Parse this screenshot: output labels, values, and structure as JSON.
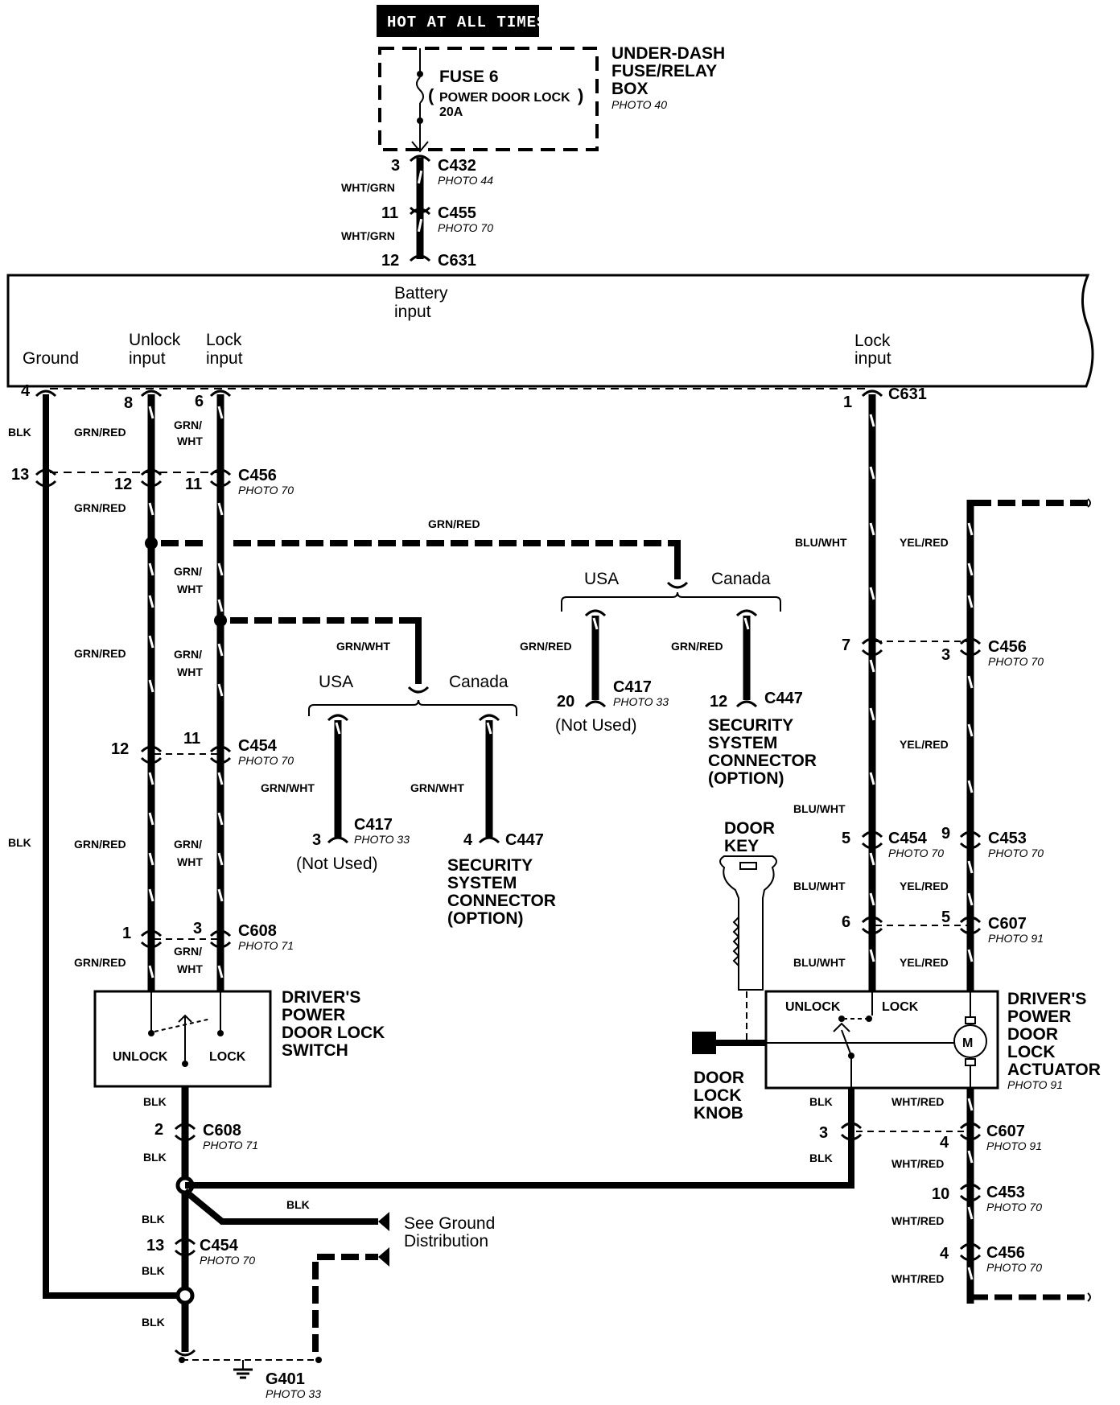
{
  "header": {
    "banner": "HOT AT ALL TIMES"
  },
  "fusebox": {
    "fuse_label": "FUSE 6",
    "fuse_circuit": "POWER DOOR LOCK",
    "fuse_rating": "20A",
    "box_line1": "UNDER-DASH",
    "box_line2": "FUSE/RELAY",
    "box_line3": "BOX",
    "box_photo": "PHOTO 40"
  },
  "feed": {
    "c432": {
      "pin": "3",
      "name": "C432",
      "photo": "PHOTO 44"
    },
    "c455": {
      "pin": "11",
      "name": "C455",
      "photo": "PHOTO 70"
    },
    "c631_top": {
      "pin": "12",
      "name": "C631"
    },
    "wire1": "WHT/GRN",
    "wire2": "WHT/GRN"
  },
  "control_unit": {
    "battery_line1": "Battery",
    "battery_line2": "input",
    "ground_label": "Ground",
    "unlock_line1": "Unlock",
    "unlock_line2": "input",
    "lock_line1": "Lock",
    "lock_line2": "input",
    "lock2_line1": "Lock",
    "lock2_line2": "input",
    "c631": "C631"
  },
  "left": {
    "pins": {
      "p4": "4",
      "p8": "8",
      "p6": "6",
      "p13": "13",
      "p12": "12",
      "p11": "11",
      "c454_12": "12",
      "c454_11": "11",
      "c608_1": "1",
      "c608_3": "3",
      "c608_2": "2",
      "c454_13": "13"
    },
    "wires": {
      "blk": "BLK",
      "grnred": "GRN/RED",
      "grn": "GRN/",
      "wht": "WHT"
    },
    "c456": {
      "name": "C456",
      "photo": "PHOTO 70"
    },
    "c454": {
      "name": "C454",
      "photo": "PHOTO 70"
    },
    "c608": {
      "name": "C608",
      "photo": "PHOTO 71"
    },
    "c608b": {
      "name": "C608",
      "photo": "PHOTO 71"
    },
    "c454b": {
      "name": "C454",
      "photo": "PHOTO 70"
    },
    "switch": {
      "line1": "DRIVER'S",
      "line2": "POWER",
      "line3": "DOOR LOCK",
      "line4": "SWITCH",
      "unlock": "UNLOCK",
      "lock": "LOCK"
    },
    "ground_dist_line1": "See Ground",
    "ground_dist_line2": "Distribution",
    "g401": {
      "name": "G401",
      "photo": "PHOTO 33"
    }
  },
  "middle": {
    "grnred_top": "GRN/RED",
    "grnwht_top": "GRN/WHT",
    "usa": "USA",
    "canada": "Canada",
    "grnwht": "GRN/WHT",
    "grnred": "GRN/RED",
    "c417a": {
      "pin": "3",
      "name": "C417",
      "photo": "PHOTO 33",
      "note": "(Not Used)"
    },
    "c447a": {
      "pin": "4",
      "name": "C447"
    },
    "c417b": {
      "pin": "20",
      "name": "C417",
      "photo": "PHOTO 33",
      "note": "(Not Used)"
    },
    "c447b": {
      "pin": "12",
      "name": "C447"
    },
    "security": {
      "line1": "SECURITY",
      "line2": "SYSTEM",
      "line3": "CONNECTOR",
      "line4": "(OPTION)"
    }
  },
  "right": {
    "pins": {
      "p1": "1",
      "p7": "7",
      "p3": "3",
      "p5": "5",
      "p9": "9",
      "p6": "6",
      "p5b": "5",
      "p3b": "3",
      "p4": "4",
      "p10": "10",
      "p4b": "4"
    },
    "wires": {
      "bluwht": "BLU/WHT",
      "yelred": "YEL/RED",
      "whtred": "WHT/RED",
      "blk": "BLK"
    },
    "c456": {
      "name": "C456",
      "photo": "PHOTO 70"
    },
    "c454": {
      "name": "C454",
      "photo": "PHOTO 70"
    },
    "c453": {
      "name": "C453",
      "photo": "PHOTO 70"
    },
    "c607": {
      "name": "C607",
      "photo": "PHOTO 91"
    },
    "c607b": {
      "name": "C607",
      "photo": "PHOTO 91"
    },
    "c453b": {
      "name": "C453",
      "photo": "PHOTO 70"
    },
    "c456b": {
      "name": "C456",
      "photo": "PHOTO 70"
    },
    "door_key_line1": "DOOR",
    "door_key_line2": "KEY",
    "knob_line1": "DOOR",
    "knob_line2": "LOCK",
    "knob_line3": "KNOB",
    "actuator": {
      "line1": "DRIVER'S",
      "line2": "POWER",
      "line3": "DOOR",
      "line4": "LOCK",
      "line5": "ACTUATOR",
      "photo": "PHOTO 91",
      "unlock": "UNLOCK",
      "lock": "LOCK",
      "motor": "M"
    }
  }
}
